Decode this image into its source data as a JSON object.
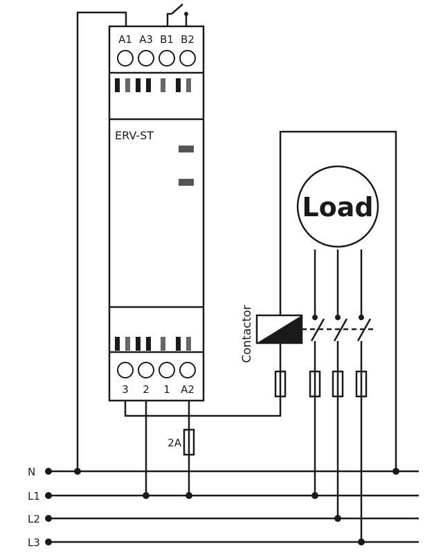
{
  "device": {
    "name": "ERV-ST",
    "top_terminals": [
      "A1",
      "A3",
      "B1",
      "B2"
    ],
    "bottom_terminals": [
      "3",
      "2",
      "1",
      "A2"
    ]
  },
  "load_label": "Load",
  "contactor_label": "Contactor",
  "fuse_label": "2A",
  "lines": [
    "N",
    "L1",
    "L2",
    "L3"
  ],
  "colors": {
    "ink": "#1a1a1a",
    "indicator": "#555555",
    "background": "#ffffff"
  }
}
